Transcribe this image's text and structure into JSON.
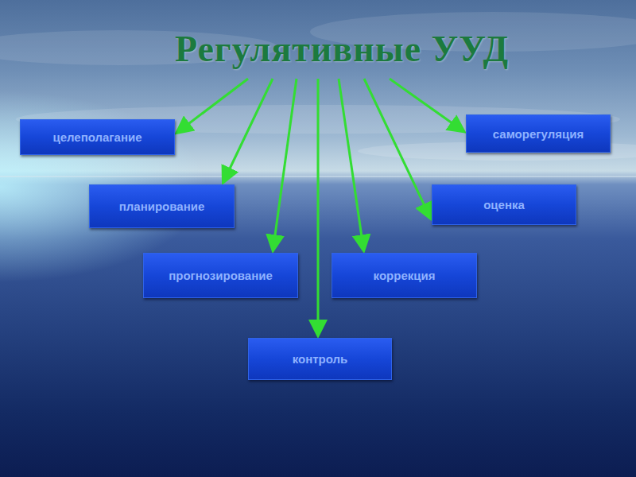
{
  "diagram": {
    "nodes": [
      {
        "text": [
          "Регулятивные   УУД"
        ]
      },
      {
        "text": [
          "целеполагание"
        ]
      },
      {
        "text": [
          "саморегуляция"
        ]
      },
      {
        "text": [
          "планирование"
        ]
      },
      {
        "text": [
          "оценка"
        ]
      },
      {
        "text": [
          "прогнозирование"
        ]
      },
      {
        "text": [
          "коррекция"
        ]
      },
      {
        "text": [
          "контроль"
        ]
      }
    ],
    "edges": [
      {
        "from": 0,
        "to": 1,
        "arrow": "to"
      },
      {
        "from": 0,
        "to": 3,
        "arrow": "to"
      },
      {
        "from": 0,
        "to": 5,
        "arrow": "to"
      },
      {
        "from": 0,
        "to": 7,
        "arrow": "to"
      },
      {
        "from": 0,
        "to": 6,
        "arrow": "to"
      },
      {
        "from": 0,
        "to": 4,
        "arrow": "to"
      },
      {
        "from": 0,
        "to": 2,
        "arrow": "to"
      }
    ]
  }
}
